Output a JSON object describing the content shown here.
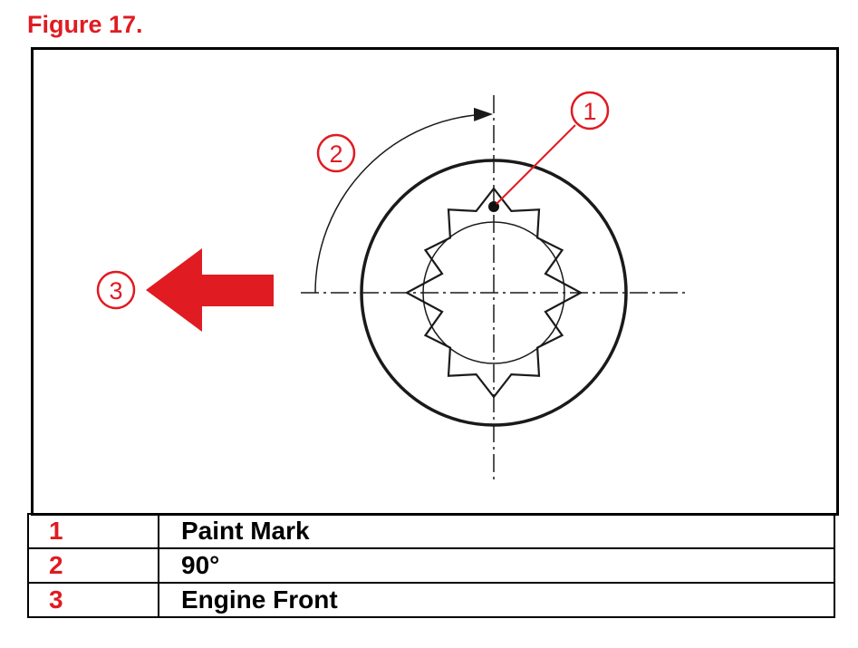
{
  "figure": {
    "title": "Figure 17."
  },
  "diagram": {
    "callouts": [
      {
        "number": "1"
      },
      {
        "number": "2"
      },
      {
        "number": "3"
      }
    ],
    "accent_color": "#e01b22",
    "line_color": "#1a1a1a"
  },
  "legend": {
    "rows": [
      {
        "number": "1",
        "description": "Paint Mark"
      },
      {
        "number": "2",
        "description": "90°"
      },
      {
        "number": "3",
        "description": "Engine Front"
      }
    ]
  }
}
